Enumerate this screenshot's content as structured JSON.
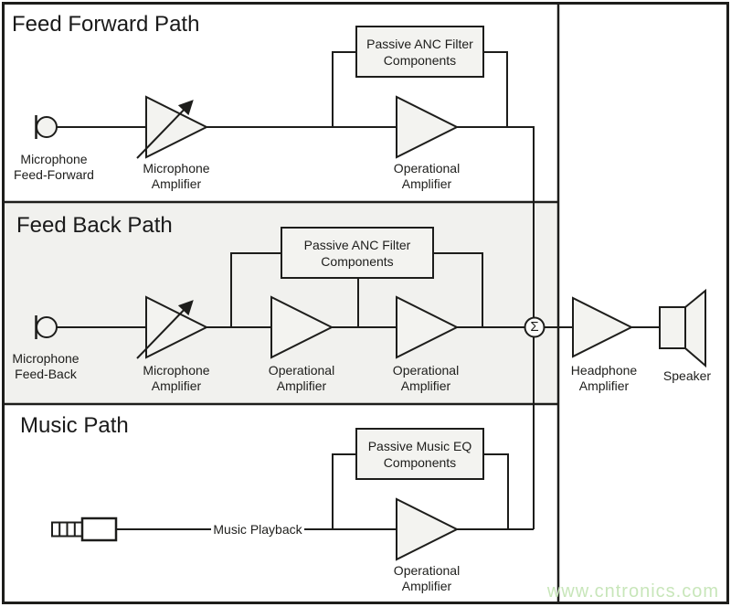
{
  "sections": {
    "feed_forward": {
      "title": "Feed Forward Path",
      "mic": {
        "line1": "Microphone",
        "line2": "Feed-Forward"
      },
      "mic_amp": {
        "line1": "Microphone",
        "line2": "Amplifier"
      },
      "filter_box": {
        "line1": "Passive ANC Filter",
        "line2": "Components"
      },
      "op_amp": {
        "line1": "Operational",
        "line2": "Amplifier"
      }
    },
    "feed_back": {
      "title": "Feed Back Path",
      "mic": {
        "line1": "Microphone",
        "line2": "Feed-Back"
      },
      "mic_amp": {
        "line1": "Microphone",
        "line2": "Amplifier"
      },
      "filter_box": {
        "line1": "Passive ANC Filter",
        "line2": "Components"
      },
      "op_amp1": {
        "line1": "Operational",
        "line2": "Amplifier"
      },
      "op_amp2": {
        "line1": "Operational",
        "line2": "Amplifier"
      }
    },
    "music": {
      "title": "Music Path",
      "playback_label": "Music Playback",
      "eq_box": {
        "line1": "Passive Music EQ",
        "line2": "Components"
      },
      "op_amp": {
        "line1": "Operational",
        "line2": "Amplifier"
      }
    }
  },
  "output_stage": {
    "summing_symbol": "Σ",
    "headphone_amp": {
      "line1": "Headphone",
      "line2": "Amplifier"
    },
    "speaker_label": "Speaker"
  },
  "watermark": "www.cntronics.com",
  "colors": {
    "line": "#1d1d1b",
    "shape_fill": "#f3f3f0",
    "feedback_bg": "#f1f1ee",
    "watermark_green": "#c8e6ba"
  }
}
